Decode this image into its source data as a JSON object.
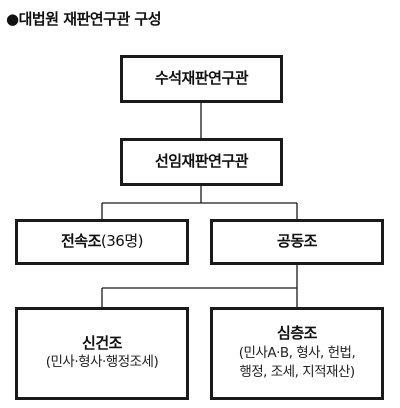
{
  "title": "●대법원 재판연구관 구성",
  "nodes": {
    "head": {
      "label": "수석재판연구관"
    },
    "senior": {
      "label": "선임재판연구관"
    },
    "jeonsok": {
      "label": "전속조",
      "note": "(36명)"
    },
    "gongdong": {
      "label": "공동조"
    },
    "singeon": {
      "label": "신건조",
      "detail": "(민사·형사·행정조세)"
    },
    "simchung": {
      "label": "심층조",
      "detail_line1": "(민사A·B, 형사, 헌법,",
      "detail_line2": "행정, 조세, 지적재산)"
    }
  }
}
